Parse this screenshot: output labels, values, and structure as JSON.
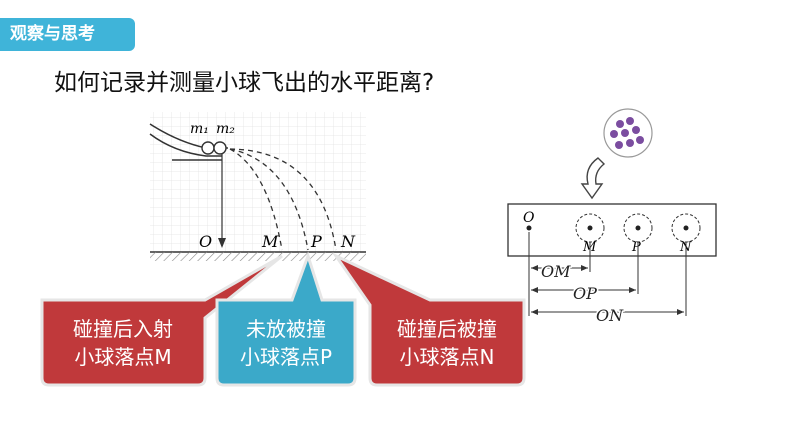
{
  "header": {
    "tag": "观察与思考"
  },
  "question": "如何记录并测量小球飞出的水平距离?",
  "apparatus": {
    "ball_labels": [
      "m₁",
      "m₂"
    ],
    "point_labels": [
      "O",
      "M",
      "P",
      "N"
    ]
  },
  "callouts": [
    {
      "line1": "碰撞后入射",
      "line2": "小球落点M",
      "color": "#c0393b"
    },
    {
      "line1": "未放被撞",
      "line2": "小球落点P",
      "color": "#3ba9c9"
    },
    {
      "line1": "碰撞后被撞",
      "line2": "小球落点N",
      "color": "#c0393b"
    }
  ],
  "paper_diagram": {
    "point_labels": [
      "O",
      "M",
      "P",
      "N"
    ],
    "distance_labels": [
      "OM",
      "OP",
      "ON"
    ]
  }
}
